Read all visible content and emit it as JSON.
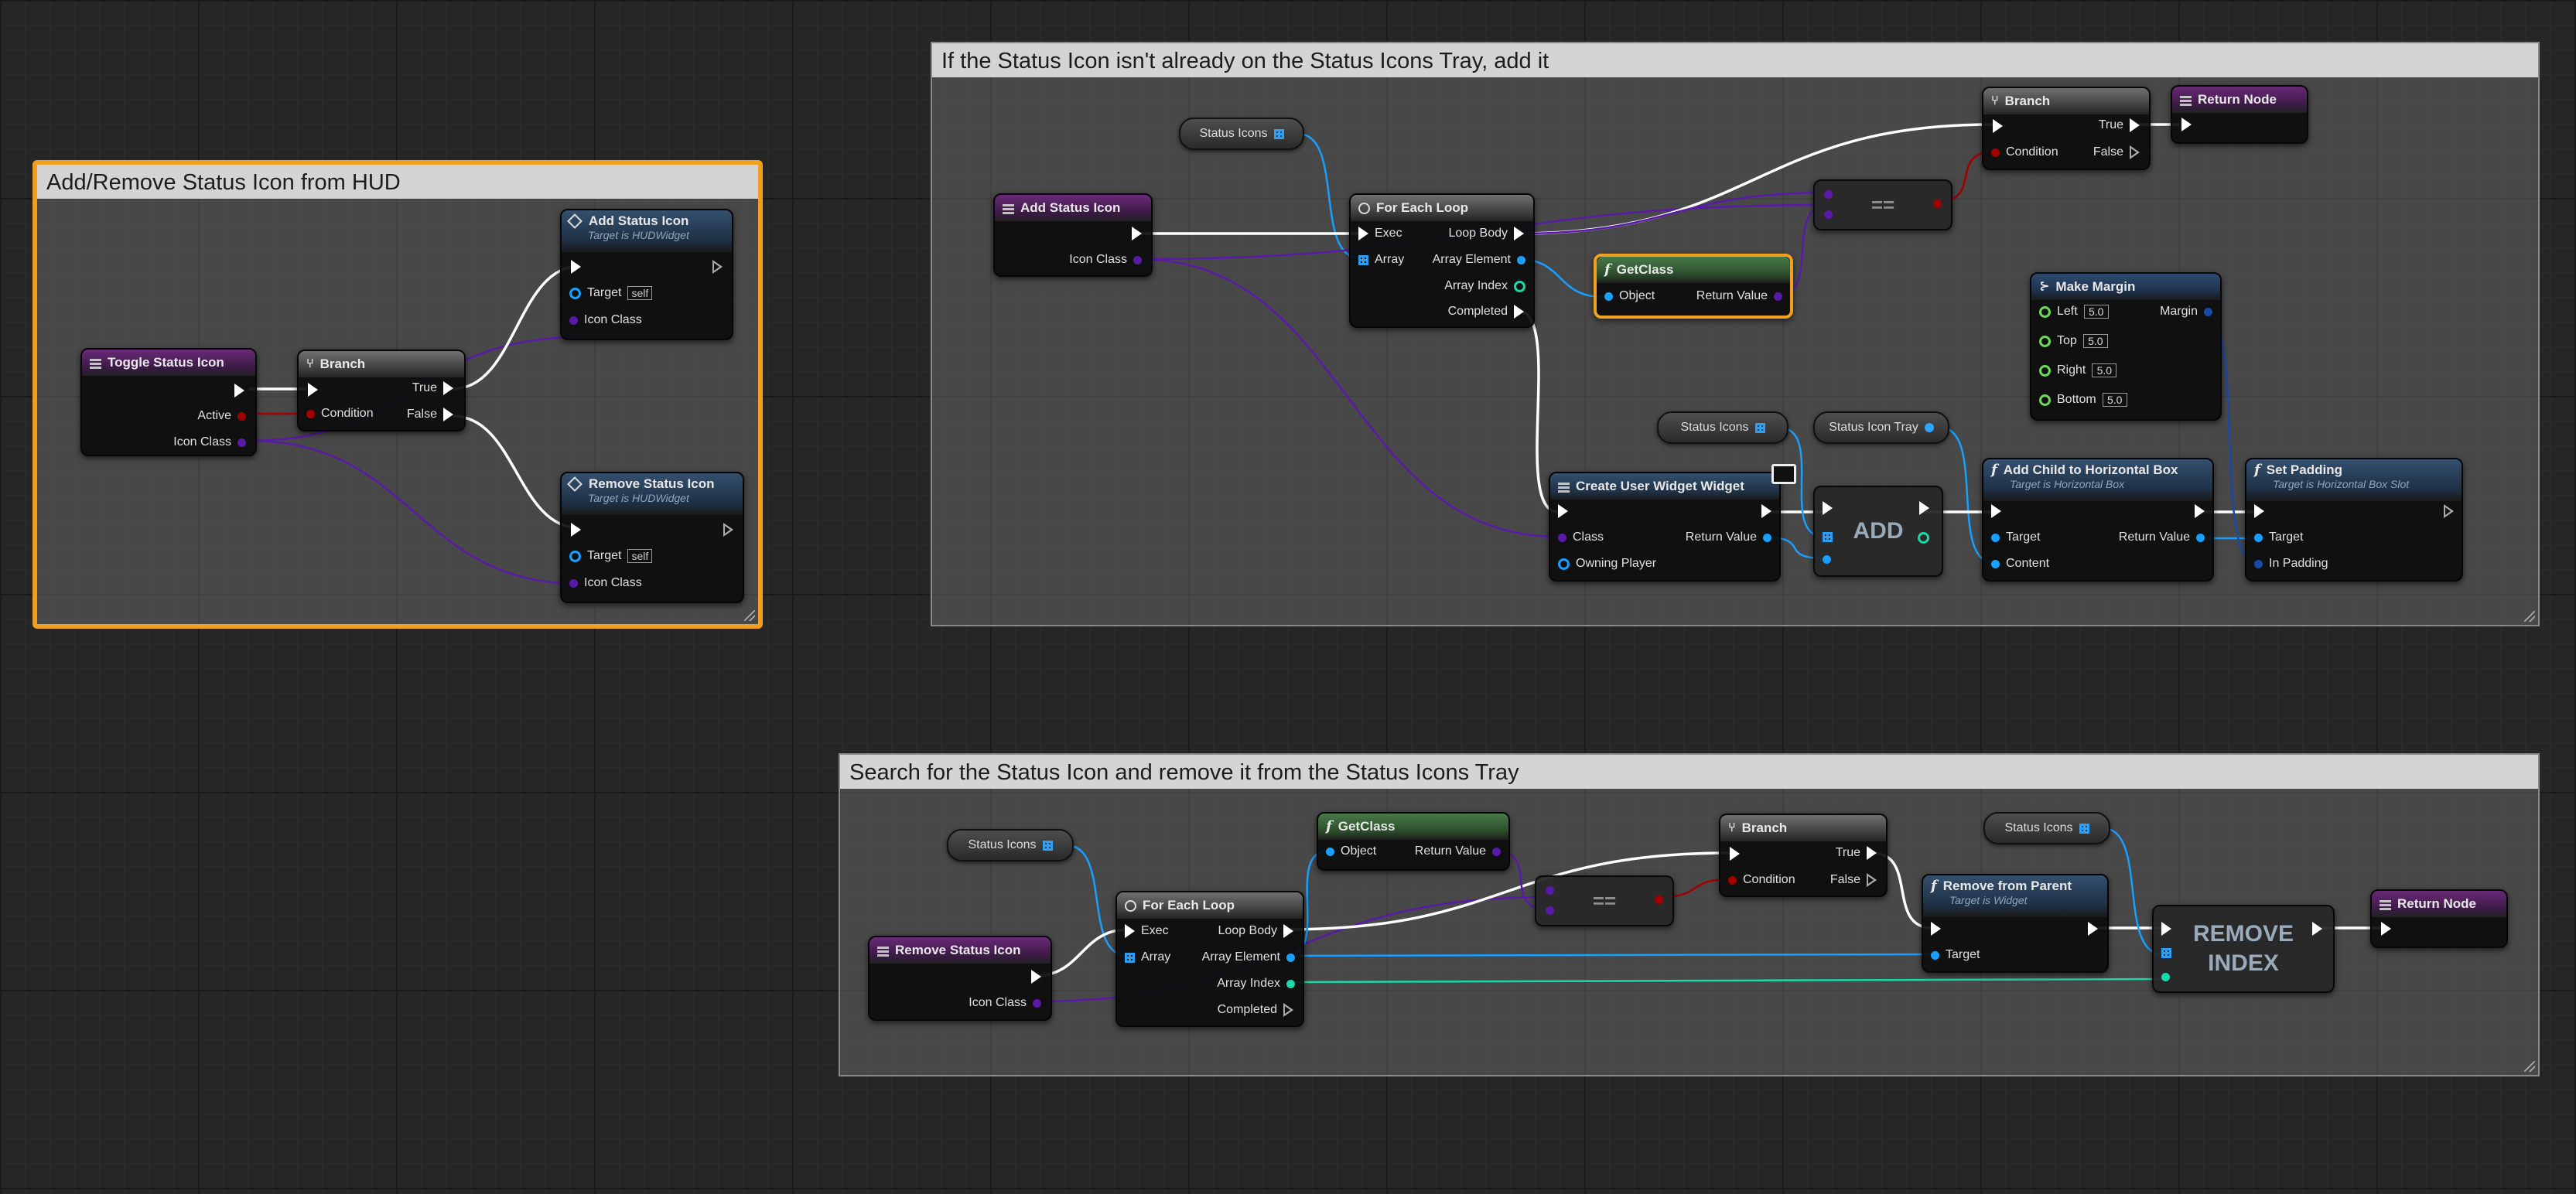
{
  "colors": {
    "exec": "#ffffff",
    "class": "#5a1aa8",
    "object": "#18a0ff",
    "bool": "#a30000",
    "integer": "#1ad9a8",
    "struct": "#1a4aa8",
    "float": "#70d85e",
    "comment_selected_border": "#f0a020"
  },
  "comments": {
    "hud": "Add/Remove Status Icon from HUD",
    "add": "If the Status Icon isn't already on the Status Icons Tray, add it",
    "remove": "Search for the Status Icon and remove it from the Status Icons Tray"
  },
  "toggle": {
    "title": "Toggle Status Icon",
    "active": "Active",
    "icon_class": "Icon Class"
  },
  "branch1": {
    "title": "Branch",
    "condition": "Condition",
    "true": "True",
    "false": "False"
  },
  "add_status_icon_call": {
    "title": "Add Status Icon",
    "subtitle": "Target is HUDWidget",
    "target": "Target",
    "self": "self",
    "icon_class": "Icon Class"
  },
  "remove_status_icon_call": {
    "title": "Remove Status Icon",
    "subtitle": "Target is HUDWidget",
    "target": "Target",
    "self": "self",
    "icon_class": "Icon Class"
  },
  "add_event": {
    "title": "Add Status Icon",
    "icon_class": "Icon Class"
  },
  "status_icons_var": "Status Icons",
  "status_icon_tray_var": "Status Icon Tray",
  "for_each": {
    "title": "For Each Loop",
    "exec": "Exec",
    "array": "Array",
    "loop_body": "Loop Body",
    "array_element": "Array Element",
    "array_index": "Array Index",
    "completed": "Completed"
  },
  "get_class": {
    "title": "GetClass",
    "object": "Object",
    "return_value": "Return Value"
  },
  "equal_label": "==",
  "branch2": {
    "title": "Branch",
    "condition": "Condition",
    "true": "True",
    "false": "False"
  },
  "return_node": "Return Node",
  "make_margin": {
    "title": "Make Margin",
    "left": "Left",
    "top": "Top",
    "right": "Right",
    "bottom": "Bottom",
    "margin": "Margin",
    "left_val": "5.0",
    "top_val": "5.0",
    "right_val": "5.0",
    "bottom_val": "5.0"
  },
  "create_widget": {
    "title": "Create User Widget Widget",
    "class": "Class",
    "owning_player": "Owning Player",
    "return_value": "Return Value"
  },
  "add_array": "ADD",
  "add_child": {
    "title": "Add Child to Horizontal Box",
    "subtitle": "Target is Horizontal Box",
    "target": "Target",
    "content": "Content",
    "return_value": "Return Value"
  },
  "set_padding": {
    "title": "Set Padding",
    "subtitle": "Target is Horizontal Box Slot",
    "target": "Target",
    "in_padding": "In Padding"
  },
  "remove_event": {
    "title": "Remove Status Icon",
    "icon_class": "Icon Class"
  },
  "remove_from_parent": {
    "title": "Remove from Parent",
    "subtitle": "Target is Widget",
    "target": "Target"
  },
  "remove_index": {
    "line1": "REMOVE",
    "line2": "INDEX"
  }
}
